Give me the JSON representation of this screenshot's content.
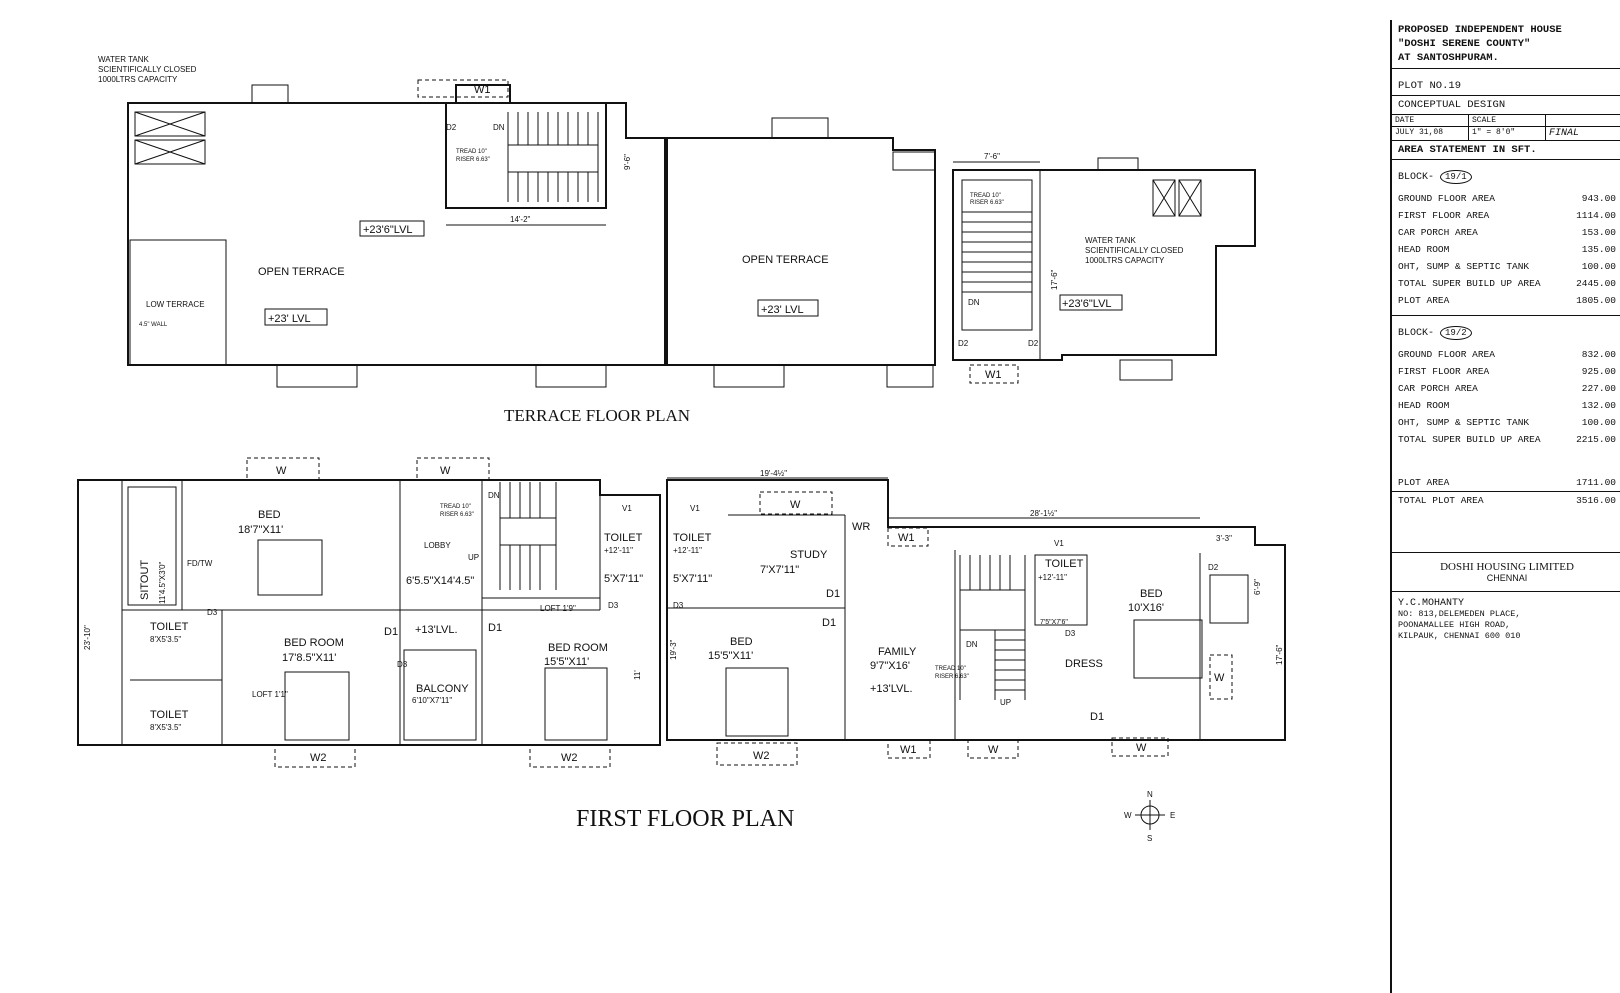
{
  "terrace": {
    "title": "TERRACE FLOOR PLAN",
    "tank_left": [
      "WATER TANK",
      "SCIENTIFICALLY CLOSED",
      "1000LTRS CAPACITY"
    ],
    "tank_right": [
      "WATER TANK",
      "SCIENTIFICALLY CLOSED",
      "1000LTRS CAPACITY"
    ],
    "open_terrace": "OPEN TERRACE",
    "low_terrace": "LOW TERRACE",
    "wall_note": "4.5\" WALL",
    "lvl_23": "+23' LVL",
    "lvl_236": "+23'6\"LVL",
    "w1": "W1",
    "d2": "D2",
    "dn": "DN",
    "tread": "TREAD 10\"",
    "riser": "RISER 6.63\"",
    "dim_142": "14'-2\"",
    "dim_96": "9'-6\"",
    "dim_76": "7'-6\"",
    "dim_176": "17'-6\""
  },
  "first": {
    "title": "FIRST  FLOOR PLAN",
    "bed_a": "BED",
    "bed_a_size": "18'7\"X11'",
    "sitout": "SITOUT",
    "sitout_size": "11'4.5\"X3'0\"",
    "fd_tw": "FD/TW",
    "lobby": "LOBBY",
    "up": "UP",
    "dn": "DN",
    "tread": "TREAD 10\"",
    "riser": "RISER 6.63\"",
    "lobby_size": "6'5.5\"X14'4.5\"",
    "lvl_13": "+13'LVL.",
    "toilet": "TOILET",
    "toilet_a_size": "8'X5'3.5\"",
    "toilet_b_size": "8'X5'3.5\"",
    "bed_room": "BED ROOM",
    "bed_room_a_size": "17'8.5\"X11'",
    "loft_11": "LOFT 1'1\"",
    "loft_19": "LOFT 1'9\"",
    "balcony": "BALCONY",
    "balcony_size": "6'10\"X7'11\"",
    "bed_room_b_size": "15'5\"X11'",
    "toilet_size_5x7": "5'X7'11\"",
    "lvl_1211": "+12'-11\"",
    "bed_c": "BED",
    "bed_c_size": "15'5\"X11'",
    "study": "STUDY",
    "study_size": "7'X7'11\"",
    "wr": "WR",
    "family": "FAMILY",
    "family_size": "9'7\"X16'",
    "dress": "DRESS",
    "bed_d": "BED",
    "bed_d_size": "10'X16'",
    "toilet_d_size": "7'5\"X7'6\"",
    "w": "W",
    "w1": "W1",
    "w2": "W2",
    "v1": "V1",
    "d1": "D1",
    "d2": "D2",
    "d3": "D3",
    "dim_1942": "19'-4½\"",
    "dim_2812": "28'-1½\"",
    "dim_2310": "23'-10\"",
    "dim_33": "3'-3\"",
    "dim_176": "17'-6\"",
    "dim_69": "6'-9\"",
    "dim_193": "19'-3\"",
    "dim_11": "11'"
  },
  "compass": {
    "n": "N",
    "s": "S",
    "e": "E",
    "w": "W"
  },
  "titleblock": {
    "project": [
      "PROPOSED INDEPENDENT HOUSE",
      "\"DOSHI SERENE COUNTY\"",
      "AT SANTOSHPURAM."
    ],
    "plot": "PLOT NO.19",
    "design": "CONCEPTUAL DESIGN",
    "date_label": "DATE",
    "scale_label": "SCALE",
    "date": "JULY 31,08",
    "scale": "1\" = 8'0\"",
    "stamp": "FINAL",
    "area_title": "AREA STATEMENT   IN SFT.",
    "block1_label": "BLOCK-",
    "block1": "19/1",
    "block1_rows": [
      {
        "label": "GROUND FLOOR  AREA",
        "value": "943.00"
      },
      {
        "label": "FIRST FLOOR  AREA",
        "value": "1114.00"
      },
      {
        "label": "CAR PORCH AREA",
        "value": "153.00"
      },
      {
        "label": "HEAD ROOM",
        "value": "135.00"
      },
      {
        "label": "OHT, SUMP & SEPTIC TANK",
        "value": "100.00"
      },
      {
        "label": "TOTAL SUPER BUILD UP AREA",
        "value": "2445.00"
      },
      {
        "label": "PLOT AREA",
        "value": "1805.00"
      }
    ],
    "block2_label": "BLOCK-",
    "block2": "19/2",
    "block2_rows": [
      {
        "label": "GROUND FLOOR  AREA",
        "value": "832.00"
      },
      {
        "label": "FIRST FLOOR  AREA",
        "value": "925.00"
      },
      {
        "label": "CAR PORCH AREA",
        "value": "227.00"
      },
      {
        "label": "HEAD ROOM",
        "value": "132.00"
      },
      {
        "label": "OHT, SUMP & SEPTIC TANK",
        "value": "100.00"
      },
      {
        "label": "TOTAL SUPER BUILD UP AREA",
        "value": "2215.00"
      }
    ],
    "plot_area_label": "PLOT AREA",
    "plot_area": "1711.00",
    "total_plot_label": "TOTAL PLOT AREA",
    "total_plot": "3516.00",
    "company": "DOSHI HOUSING LIMITED",
    "city": "CHENNAI",
    "architect": "Y.C.MOHANTY",
    "address": [
      "NO: 813,DELEMEDEN PLACE,",
      "POONAMALLEE HIGH ROAD,",
      "KILPAUK, CHENNAI 600 010"
    ]
  }
}
